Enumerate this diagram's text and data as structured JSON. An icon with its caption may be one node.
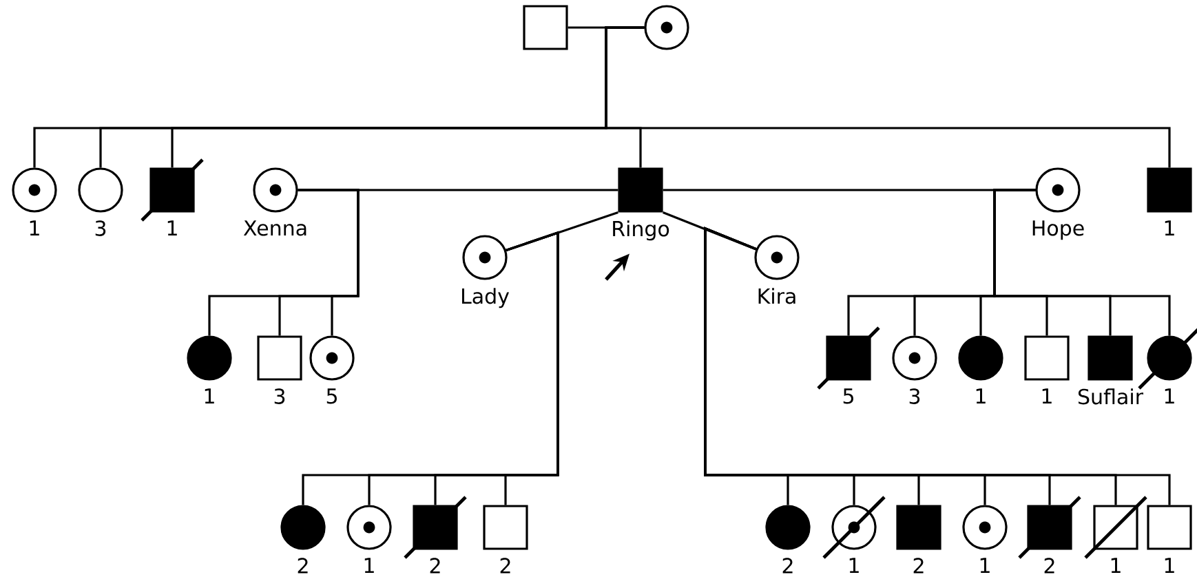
{
  "diagram": {
    "nodes": [
      {
        "text": [],
        "shape": "box"
      },
      {
        "text": [],
        "shape": "dotted-circle"
      },
      {
        "text": [],
        "shape": "dotted-circle",
        "beside": [
          "1"
        ]
      },
      {
        "text": [],
        "shape": "circle",
        "beside": [
          "3"
        ]
      },
      {
        "text": [],
        "shape": "crossed-filled-box",
        "beside": [
          "1"
        ]
      },
      {
        "text": [],
        "shape": "dotted-circle",
        "beside": [
          "Xenna"
        ]
      },
      {
        "text": [],
        "shape": "dotted-circle",
        "beside": [
          "Lady"
        ]
      },
      {
        "text": [],
        "shape": "filled-box",
        "beside": [
          "Ringo"
        ]
      },
      {
        "text": [],
        "shape": "dotted-circle",
        "beside": [
          "Kira"
        ]
      },
      {
        "text": [],
        "shape": "dotted-circle",
        "beside": [
          "Hope"
        ]
      },
      {
        "text": [],
        "shape": "filled-box",
        "beside": [
          "1"
        ]
      },
      {
        "text": [],
        "shape": "filled-circle",
        "beside": [
          "1"
        ]
      },
      {
        "text": [],
        "shape": "box",
        "beside": [
          "3"
        ]
      },
      {
        "text": [],
        "shape": "dotted-circle",
        "beside": [
          "5"
        ]
      },
      {
        "text": [],
        "shape": "crossed-filled-box",
        "beside": [
          "5"
        ]
      },
      {
        "text": [],
        "shape": "dotted-circle",
        "beside": [
          "3"
        ]
      },
      {
        "text": [],
        "shape": "filled-circle",
        "beside": [
          "1"
        ]
      },
      {
        "text": [],
        "shape": "box",
        "beside": [
          "1"
        ]
      },
      {
        "text": [],
        "shape": "filled-box",
        "beside": [
          "Suflair"
        ]
      },
      {
        "text": [],
        "shape": "crossed-filled-circle",
        "beside": [
          "1"
        ]
      },
      {
        "text": [],
        "shape": "filled-circle",
        "beside": [
          "2"
        ]
      },
      {
        "text": [],
        "shape": "dotted-circle",
        "beside": [
          "1"
        ]
      },
      {
        "text": [],
        "shape": "crossed-filled-box",
        "beside": [
          "2"
        ]
      },
      {
        "text": [],
        "shape": "box",
        "beside": [
          "2"
        ]
      },
      {
        "text": [],
        "shape": "filled-circle",
        "beside": [
          "2"
        ]
      },
      {
        "text": [],
        "shape": "crossed-dotted-circle",
        "beside": [
          "1"
        ]
      },
      {
        "text": [],
        "shape": "filled-box",
        "beside": [
          "2"
        ]
      },
      {
        "text": [],
        "shape": "dotted-circle",
        "beside": [
          "1"
        ]
      },
      {
        "text": [],
        "shape": "crossed-filled-box",
        "beside": [
          "2"
        ]
      },
      {
        "text": [],
        "shape": "crossed-box",
        "beside": [
          "1"
        ]
      },
      {
        "text": [],
        "shape": "box",
        "beside": [
          "1"
        ]
      }
    ],
    "edges": [
      {
        "from": 0,
        "to": 1,
        "arrow": "none"
      },
      {
        "from": 7,
        "to": 5,
        "arrow": "none"
      },
      {
        "from": 7,
        "to": 6,
        "arrow": "none"
      },
      {
        "from": 7,
        "to": 8,
        "arrow": "none"
      },
      {
        "from": 7,
        "to": 9,
        "arrow": "none"
      },
      {
        "from": 1,
        "to": 2,
        "arrow": "none"
      },
      {
        "from": 1,
        "to": 3,
        "arrow": "none"
      },
      {
        "from": 1,
        "to": 4,
        "arrow": "none"
      },
      {
        "from": 1,
        "to": 7,
        "arrow": "none"
      },
      {
        "from": 1,
        "to": 10,
        "arrow": "none"
      },
      {
        "from": 5,
        "to": 11,
        "arrow": "none"
      },
      {
        "from": 5,
        "to": 12,
        "arrow": "none"
      },
      {
        "from": 5,
        "to": 13,
        "arrow": "none"
      },
      {
        "from": 9,
        "to": 14,
        "arrow": "none"
      },
      {
        "from": 9,
        "to": 15,
        "arrow": "none"
      },
      {
        "from": 9,
        "to": 16,
        "arrow": "none"
      },
      {
        "from": 9,
        "to": 17,
        "arrow": "none"
      },
      {
        "from": 9,
        "to": 18,
        "arrow": "none"
      },
      {
        "from": 9,
        "to": 19,
        "arrow": "none"
      },
      {
        "from": 6,
        "to": 20,
        "arrow": "none"
      },
      {
        "from": 6,
        "to": 21,
        "arrow": "none"
      },
      {
        "from": 6,
        "to": 22,
        "arrow": "none"
      },
      {
        "from": 6,
        "to": 23,
        "arrow": "none"
      },
      {
        "from": 8,
        "to": 24,
        "arrow": "none"
      },
      {
        "from": 8,
        "to": 25,
        "arrow": "none"
      },
      {
        "from": 8,
        "to": 26,
        "arrow": "none"
      },
      {
        "from": 8,
        "to": 27,
        "arrow": "none"
      },
      {
        "from": 8,
        "to": 28,
        "arrow": "none"
      },
      {
        "from": 8,
        "to": 29,
        "arrow": "none"
      },
      {
        "from": 8,
        "to": 30,
        "arrow": "none"
      },
      {
        "from": null,
        "to": 7,
        "arrow": "to"
      }
    ]
  }
}
